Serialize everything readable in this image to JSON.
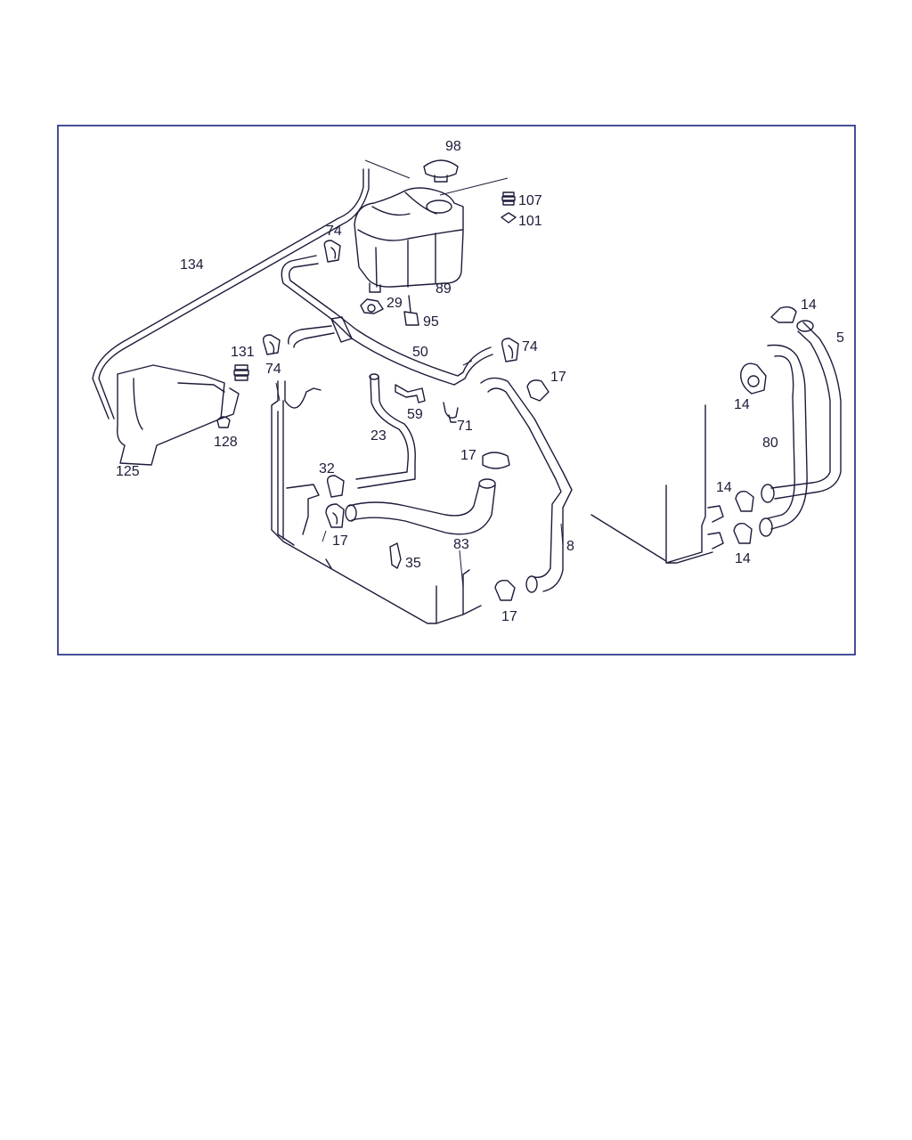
{
  "colors": {
    "frame": "#1a237e",
    "ink": "#1c1c3a",
    "background": "#ffffff"
  },
  "callouts": {
    "c98": "98",
    "c107": "107",
    "c101": "101",
    "c134": "134",
    "c74a": "74",
    "c89": "89",
    "c29": "29",
    "c95": "95",
    "c131": "131",
    "c74b": "74",
    "c50": "50",
    "c74c": "74",
    "c17a": "17",
    "c14a": "14",
    "c5": "5",
    "c14b": "14",
    "c125": "125",
    "c128": "128",
    "c59": "59",
    "c71": "71",
    "c23": "23",
    "c17b": "17",
    "c32": "32",
    "c80": "80",
    "c14c": "14",
    "c17c": "17",
    "c8": "8",
    "c83": "83",
    "c35": "35",
    "c14d": "14",
    "c17d": "17"
  }
}
